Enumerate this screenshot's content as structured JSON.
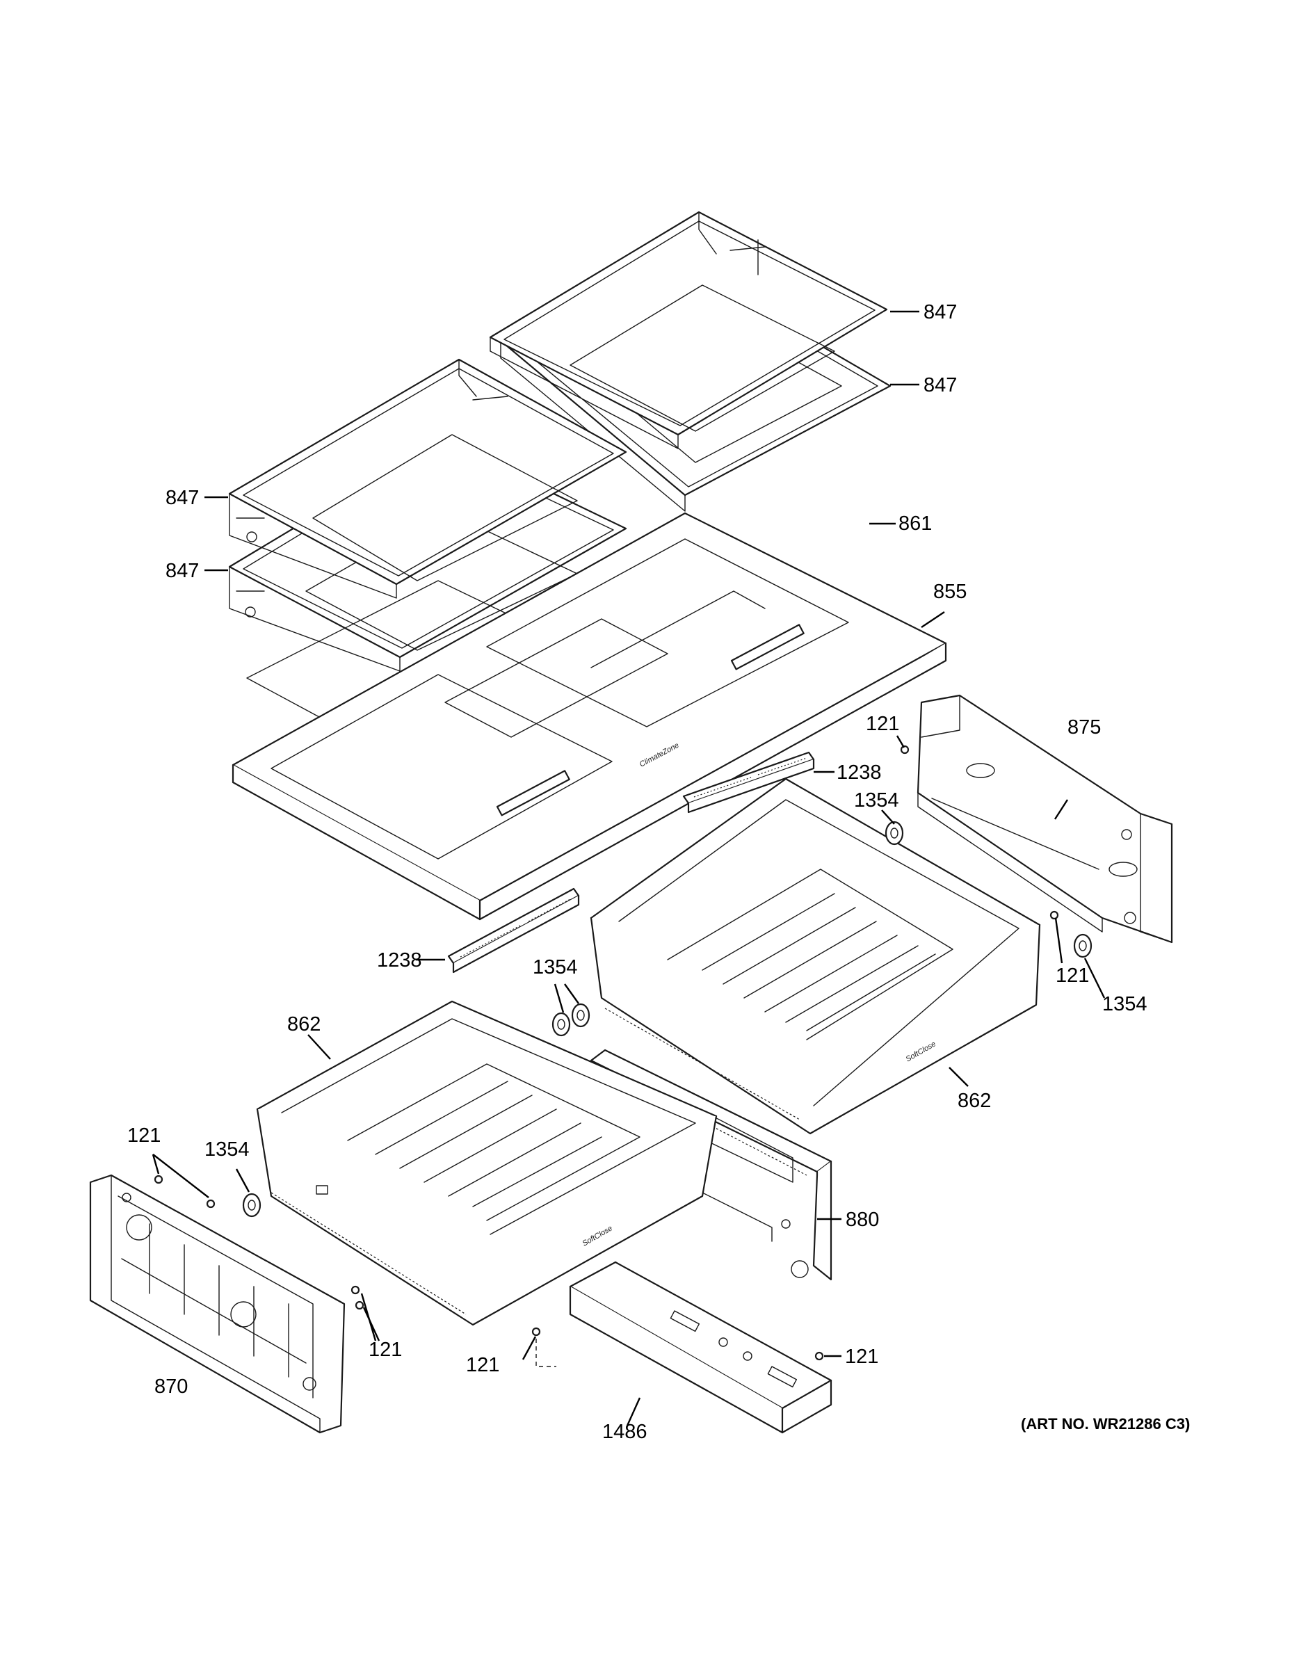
{
  "diagram": {
    "art_number": "(ART NO. WR21286 C3)",
    "brand_labels": {
      "shelf": "ClimateZone",
      "drawer": "SoftClose"
    },
    "callouts": {
      "shelf_right_top": "847",
      "shelf_right_lower": "847",
      "shelf_left_top": "847",
      "shelf_left_lower": "847",
      "glass": "861",
      "cover": "855",
      "screw_top": "121",
      "rail_right": "875",
      "vent_right": "1238",
      "wheel_right_top": "1354",
      "vent_left": "1238",
      "wheel_center": "1354",
      "screw_right": "121",
      "wheel_right_bottom": "1354",
      "drawer_left": "862",
      "drawer_right": "862",
      "screws_left": "121",
      "wheel_left": "1354",
      "rail_center": "880",
      "screws_bracket": "121",
      "screw_bottom": "121",
      "screw_channel": "121",
      "bracket": "870",
      "channel": "1486"
    }
  }
}
